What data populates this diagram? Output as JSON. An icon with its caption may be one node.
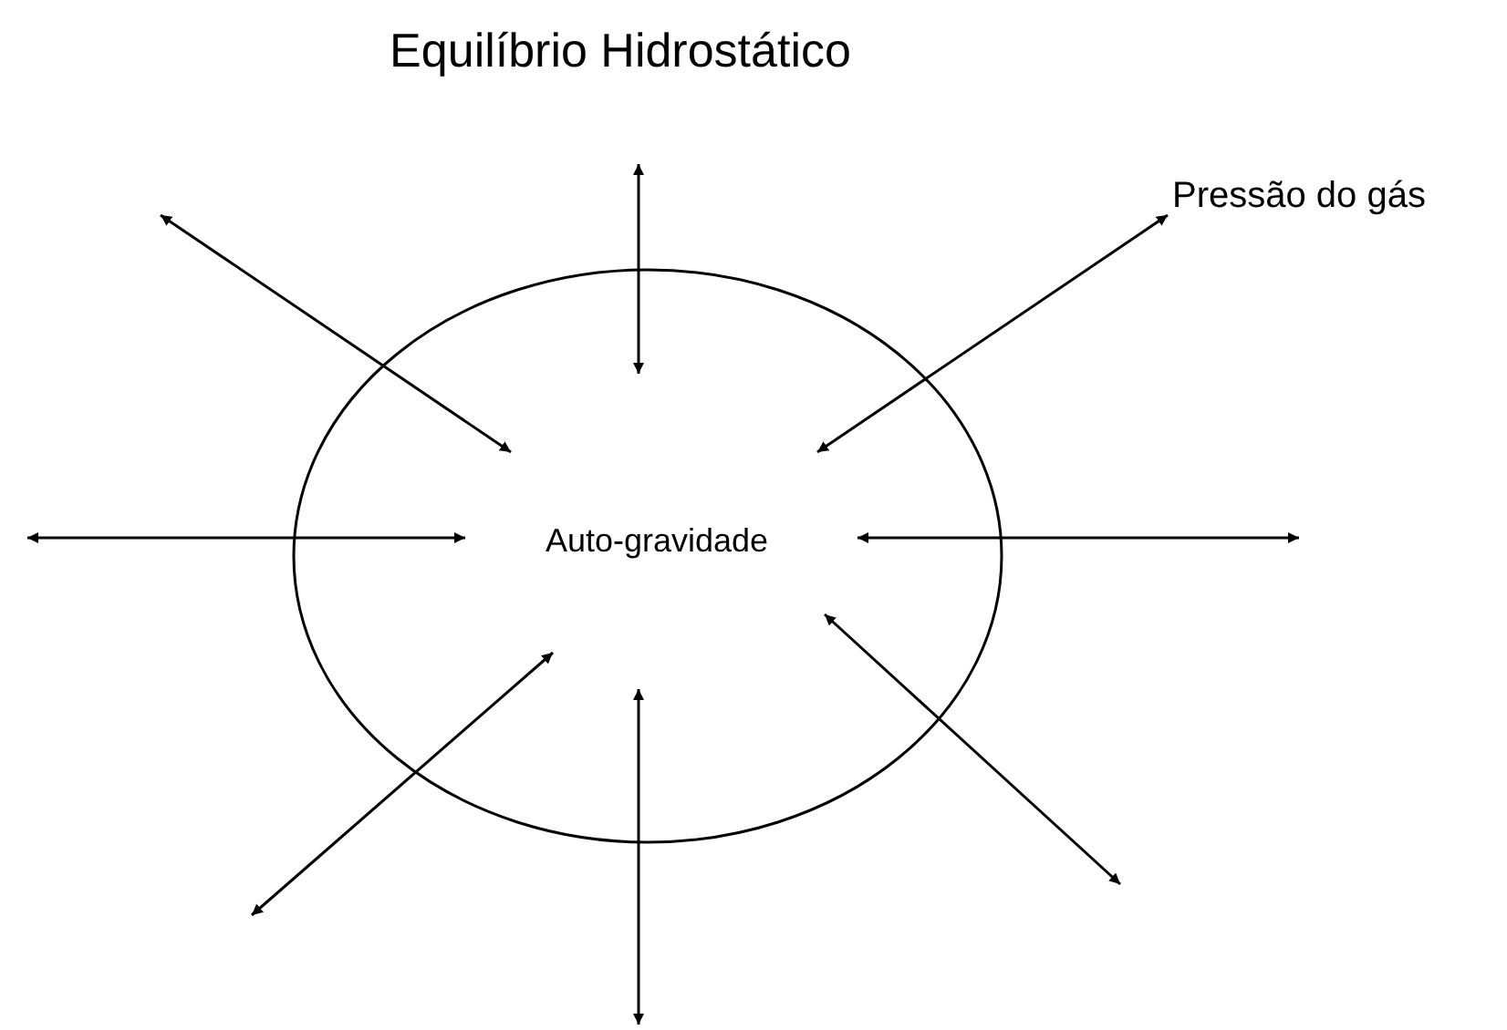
{
  "diagram": {
    "title": "Equilíbrio Hidrostático",
    "nodes": [
      {
        "text": [
          "Auto-gravidade"
        ]
      }
    ],
    "labels": [
      "Pressão do gás"
    ]
  }
}
